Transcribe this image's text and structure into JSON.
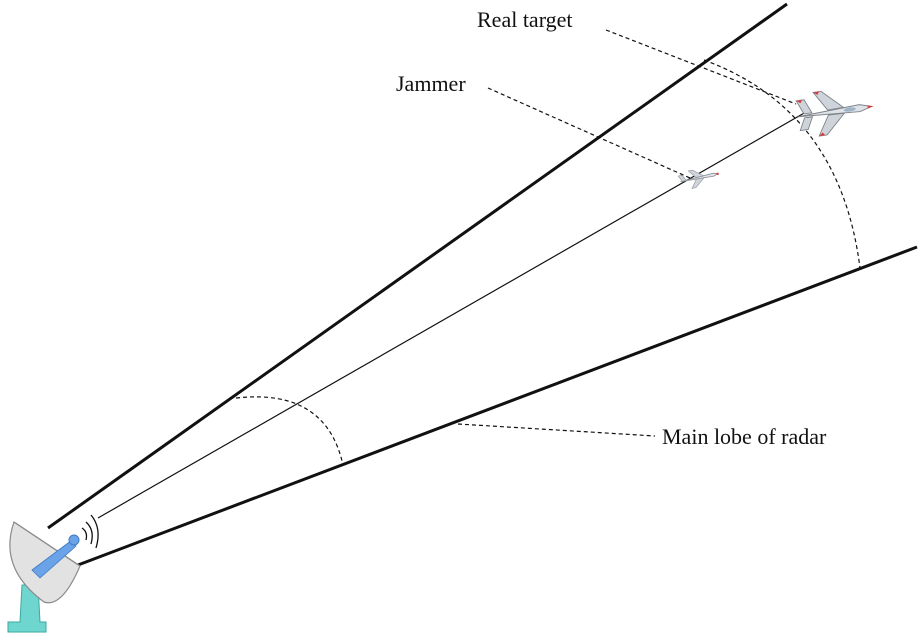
{
  "labels": {
    "real_target": "Real target",
    "jammer": "Jammer",
    "main_lobe": "Main lobe of radar"
  },
  "colors": {
    "line": "#111111",
    "radar_dish": "#e2e2e2",
    "radar_feed": "#6aa3e8",
    "radar_base": "#6fd6cf",
    "aircraft_body": "#dfe3e8",
    "aircraft_accent": "#d93b3b"
  },
  "icons": {
    "radar": "radar-dish-icon",
    "jammer": "jammer-aircraft-icon",
    "target": "target-aircraft-icon"
  }
}
